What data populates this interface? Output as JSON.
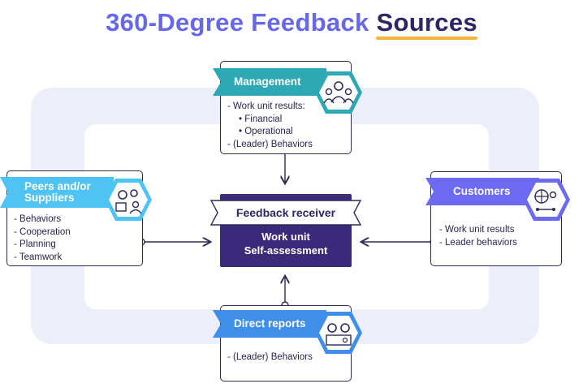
{
  "title": {
    "part1": "360-Degree Feedback",
    "part2": "Sources"
  },
  "center": {
    "banner": "Feedback receiver",
    "line1": "Work unit",
    "line2": "Self-assessment"
  },
  "management": {
    "label": "Management",
    "items": [
      "Work unit results:",
      "Financial",
      "Operational",
      "(Leader) Behaviors"
    ],
    "icon": "management-team-icon"
  },
  "peers": {
    "label_line1": "Peers and/or",
    "label_line2": "Suppliers",
    "items": [
      "Behaviors",
      "Cooperation",
      "Planning",
      "Teamwork"
    ],
    "icon": "gears-people-icon"
  },
  "customers": {
    "label": "Customers",
    "items": [
      "Work unit results",
      "Leader behaviors"
    ],
    "icon": "globe-people-icon"
  },
  "direct_reports": {
    "label": "Direct reports",
    "items": [
      "(Leader) Behaviors"
    ],
    "icon": "team-reports-icon"
  },
  "colors": {
    "title_purple": "#6667ea",
    "title_dark": "#2e2565",
    "underline": "#f6b43a",
    "teal": "#2fa8b6",
    "sky": "#4fc3f3",
    "violet": "#6c6af0",
    "blue": "#3f8ee9",
    "center": "#3b2a7a"
  }
}
